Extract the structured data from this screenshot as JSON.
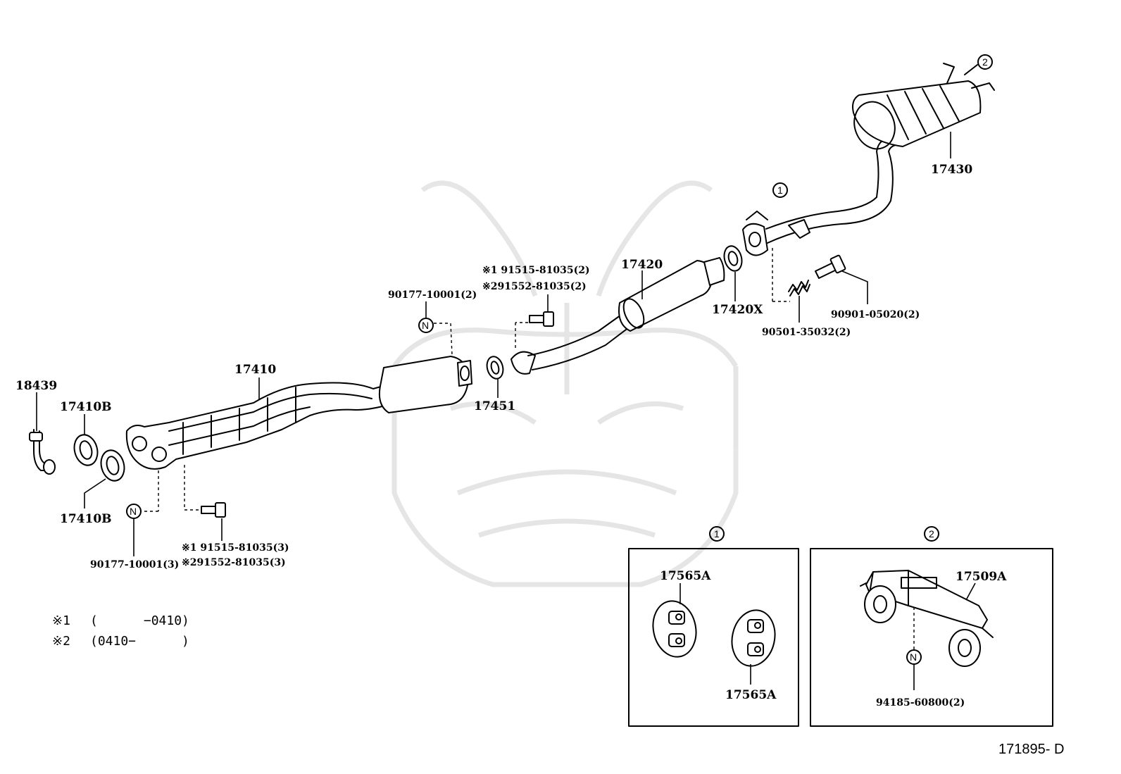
{
  "diagram_ref": "171895- D",
  "labels": {
    "p18439": "18439",
    "p17410b_top": "17410B",
    "p17410b_bottom": "17410B",
    "p17410": "17410",
    "p90177_left": "90177-10001(3)",
    "p91515_left": "※1 91515-81035(3)",
    "p91552_left": "※291552-81035(3)",
    "p90177_mid": "90177-10001(2)",
    "p91515_mid": "※1 91515-81035(2)",
    "p91552_mid": "※291552-81035(2)",
    "p17451": "17451",
    "p17420": "17420",
    "p17420x": "17420X",
    "p90501": "90501-35032(2)",
    "p90901": "90901-05020(2)",
    "p17430": "17430",
    "p17565a_1": "17565A",
    "p17565a_2": "17565A",
    "p17509a": "17509A",
    "p94185": "94185-60800(2)"
  },
  "callouts": {
    "circle1": "1",
    "circle2": "2",
    "nut": "N"
  },
  "notes": {
    "note1_mark": "※1",
    "note1_text": "(      −0410)",
    "note2_mark": "※2",
    "note2_text": "(0410−      )"
  }
}
